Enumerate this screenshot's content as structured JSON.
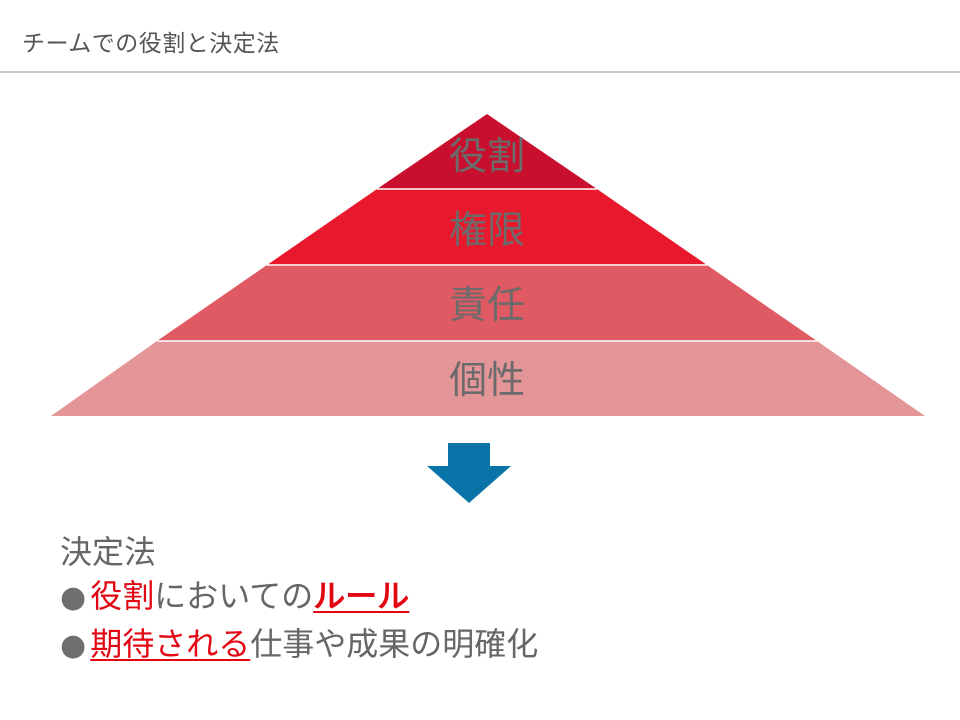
{
  "header": {
    "title": "チームでの役割と決定法"
  },
  "pyramid": {
    "layers": [
      {
        "label": "役割",
        "color": "#c8102e"
      },
      {
        "label": "権限",
        "color": "#e8192c"
      },
      {
        "label": "責任",
        "color": "#e05a63"
      },
      {
        "label": "個性",
        "color": "#e49598"
      }
    ]
  },
  "arrow": {
    "icon": "arrow-down-icon",
    "color": "#0a74a8"
  },
  "decision": {
    "heading": "決定法",
    "bullet_char": "●",
    "items": [
      {
        "highlight": "役割",
        "rest": "においての",
        "emphasis": "ルール"
      },
      {
        "highlight": "期待される",
        "rest": "仕事や成果の明確化"
      }
    ]
  },
  "colors": {
    "accent_red": "#e30613",
    "text_gray": "#666666",
    "rule_gray": "#c9c9c9"
  }
}
